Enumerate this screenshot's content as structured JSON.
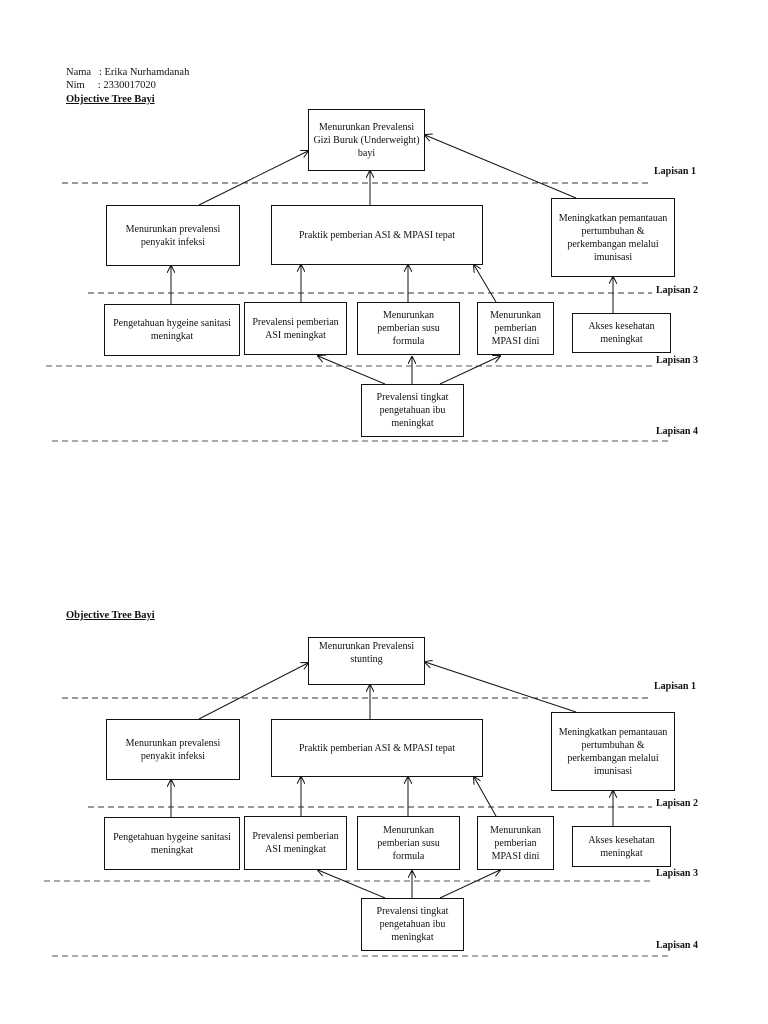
{
  "header": {
    "name_line": "Nama   : Erika Nurhamdanah",
    "nim_line": "Nim     : 2330017020"
  },
  "diagrams": [
    {
      "title": "Objective Tree Bayi",
      "goal": "Menurunkan Prevalensi Gizi Buruk (Underweight) bayi",
      "level2": {
        "left": "Menurunkan prevalensi penyakit infeksi",
        "center": "Praktik pemberian ASI & MPASI tepat",
        "right": "Meningkatkan pemantauan pertumbuhan  & perkembangan melalui imunisasi"
      },
      "level3": {
        "hygiene": "Pengetahuan hygeine sanitasi meningkat",
        "asi": "Prevalensi pemberian ASI meningkat",
        "susu": "Menurunkan pemberian susu formula",
        "mpasi": "Menurunkan pemberian MPASI dini",
        "akses": "Akses kesehatan meningkat"
      },
      "level4": "Prevalensi tingkat pengetahuan ibu meningkat",
      "layers": [
        "Lapisan  1",
        "Lapisan 2",
        "Lapisan 3",
        "Lapisan 4"
      ]
    },
    {
      "title": "Objective Tree Bayi",
      "goal": "Menurunkan Prevalensi stunting",
      "level2": {
        "left": "Menurunkan prevalensi penyakit infeksi",
        "center": "Praktik pemberian ASI & MPASI tepat",
        "right": "Meningkatkan pemantauan pertumbuhan  & perkembangan melalui imunisasi"
      },
      "level3": {
        "hygiene": "Pengetahuan hygeine sanitasi meningkat",
        "asi": "Prevalensi pemberian ASI meningkat",
        "susu": "Menurunkan pemberian susu formula",
        "mpasi": "Menurunkan pemberian MPASI dini",
        "akses": "Akses kesehatan meningkat"
      },
      "level4": "Prevalensi tingkat pengetahuan ibu meningkat",
      "layers": [
        "Lapisan  1",
        "Lapisan 2",
        "Lapisan 3",
        "Lapisan 4"
      ]
    }
  ]
}
